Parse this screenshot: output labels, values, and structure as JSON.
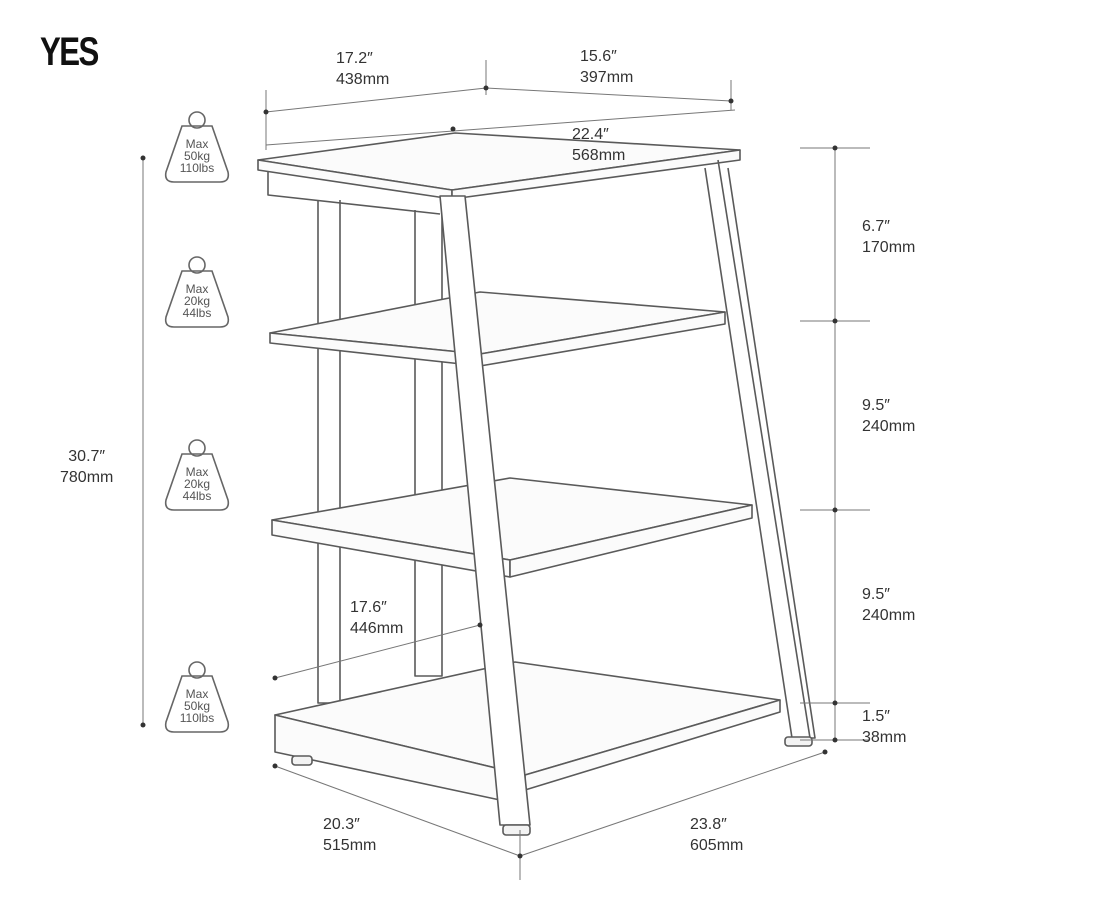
{
  "brand": "YES",
  "dimensions": {
    "top_width_in": "17.2″",
    "top_width_mm": "438mm",
    "top_depth_in": "15.6″",
    "top_depth_mm": "397mm",
    "top_diag_in": "22.4″",
    "top_diag_mm": "568mm",
    "height_total_in": "30.7″",
    "height_total_mm": "780mm",
    "gap1_in": "6.7″",
    "gap1_mm": "170mm",
    "gap2_in": "9.5″",
    "gap2_mm": "240mm",
    "gap3_in": "9.5″",
    "gap3_mm": "240mm",
    "base_in": "1.5″",
    "base_mm": "38mm",
    "inner_depth_in": "17.6″",
    "inner_depth_mm": "446mm",
    "bottom_width_in": "20.3″",
    "bottom_width_mm": "515mm",
    "bottom_depth_in": "23.8″",
    "bottom_depth_mm": "605mm"
  },
  "weights": [
    {
      "line1": "Max",
      "line2": "50kg",
      "line3": "110lbs"
    },
    {
      "line1": "Max",
      "line2": "20kg",
      "line3": "44lbs"
    },
    {
      "line1": "Max",
      "line2": "20kg",
      "line3": "44lbs"
    },
    {
      "line1": "Max",
      "line2": "50kg",
      "line3": "110lbs"
    }
  ]
}
